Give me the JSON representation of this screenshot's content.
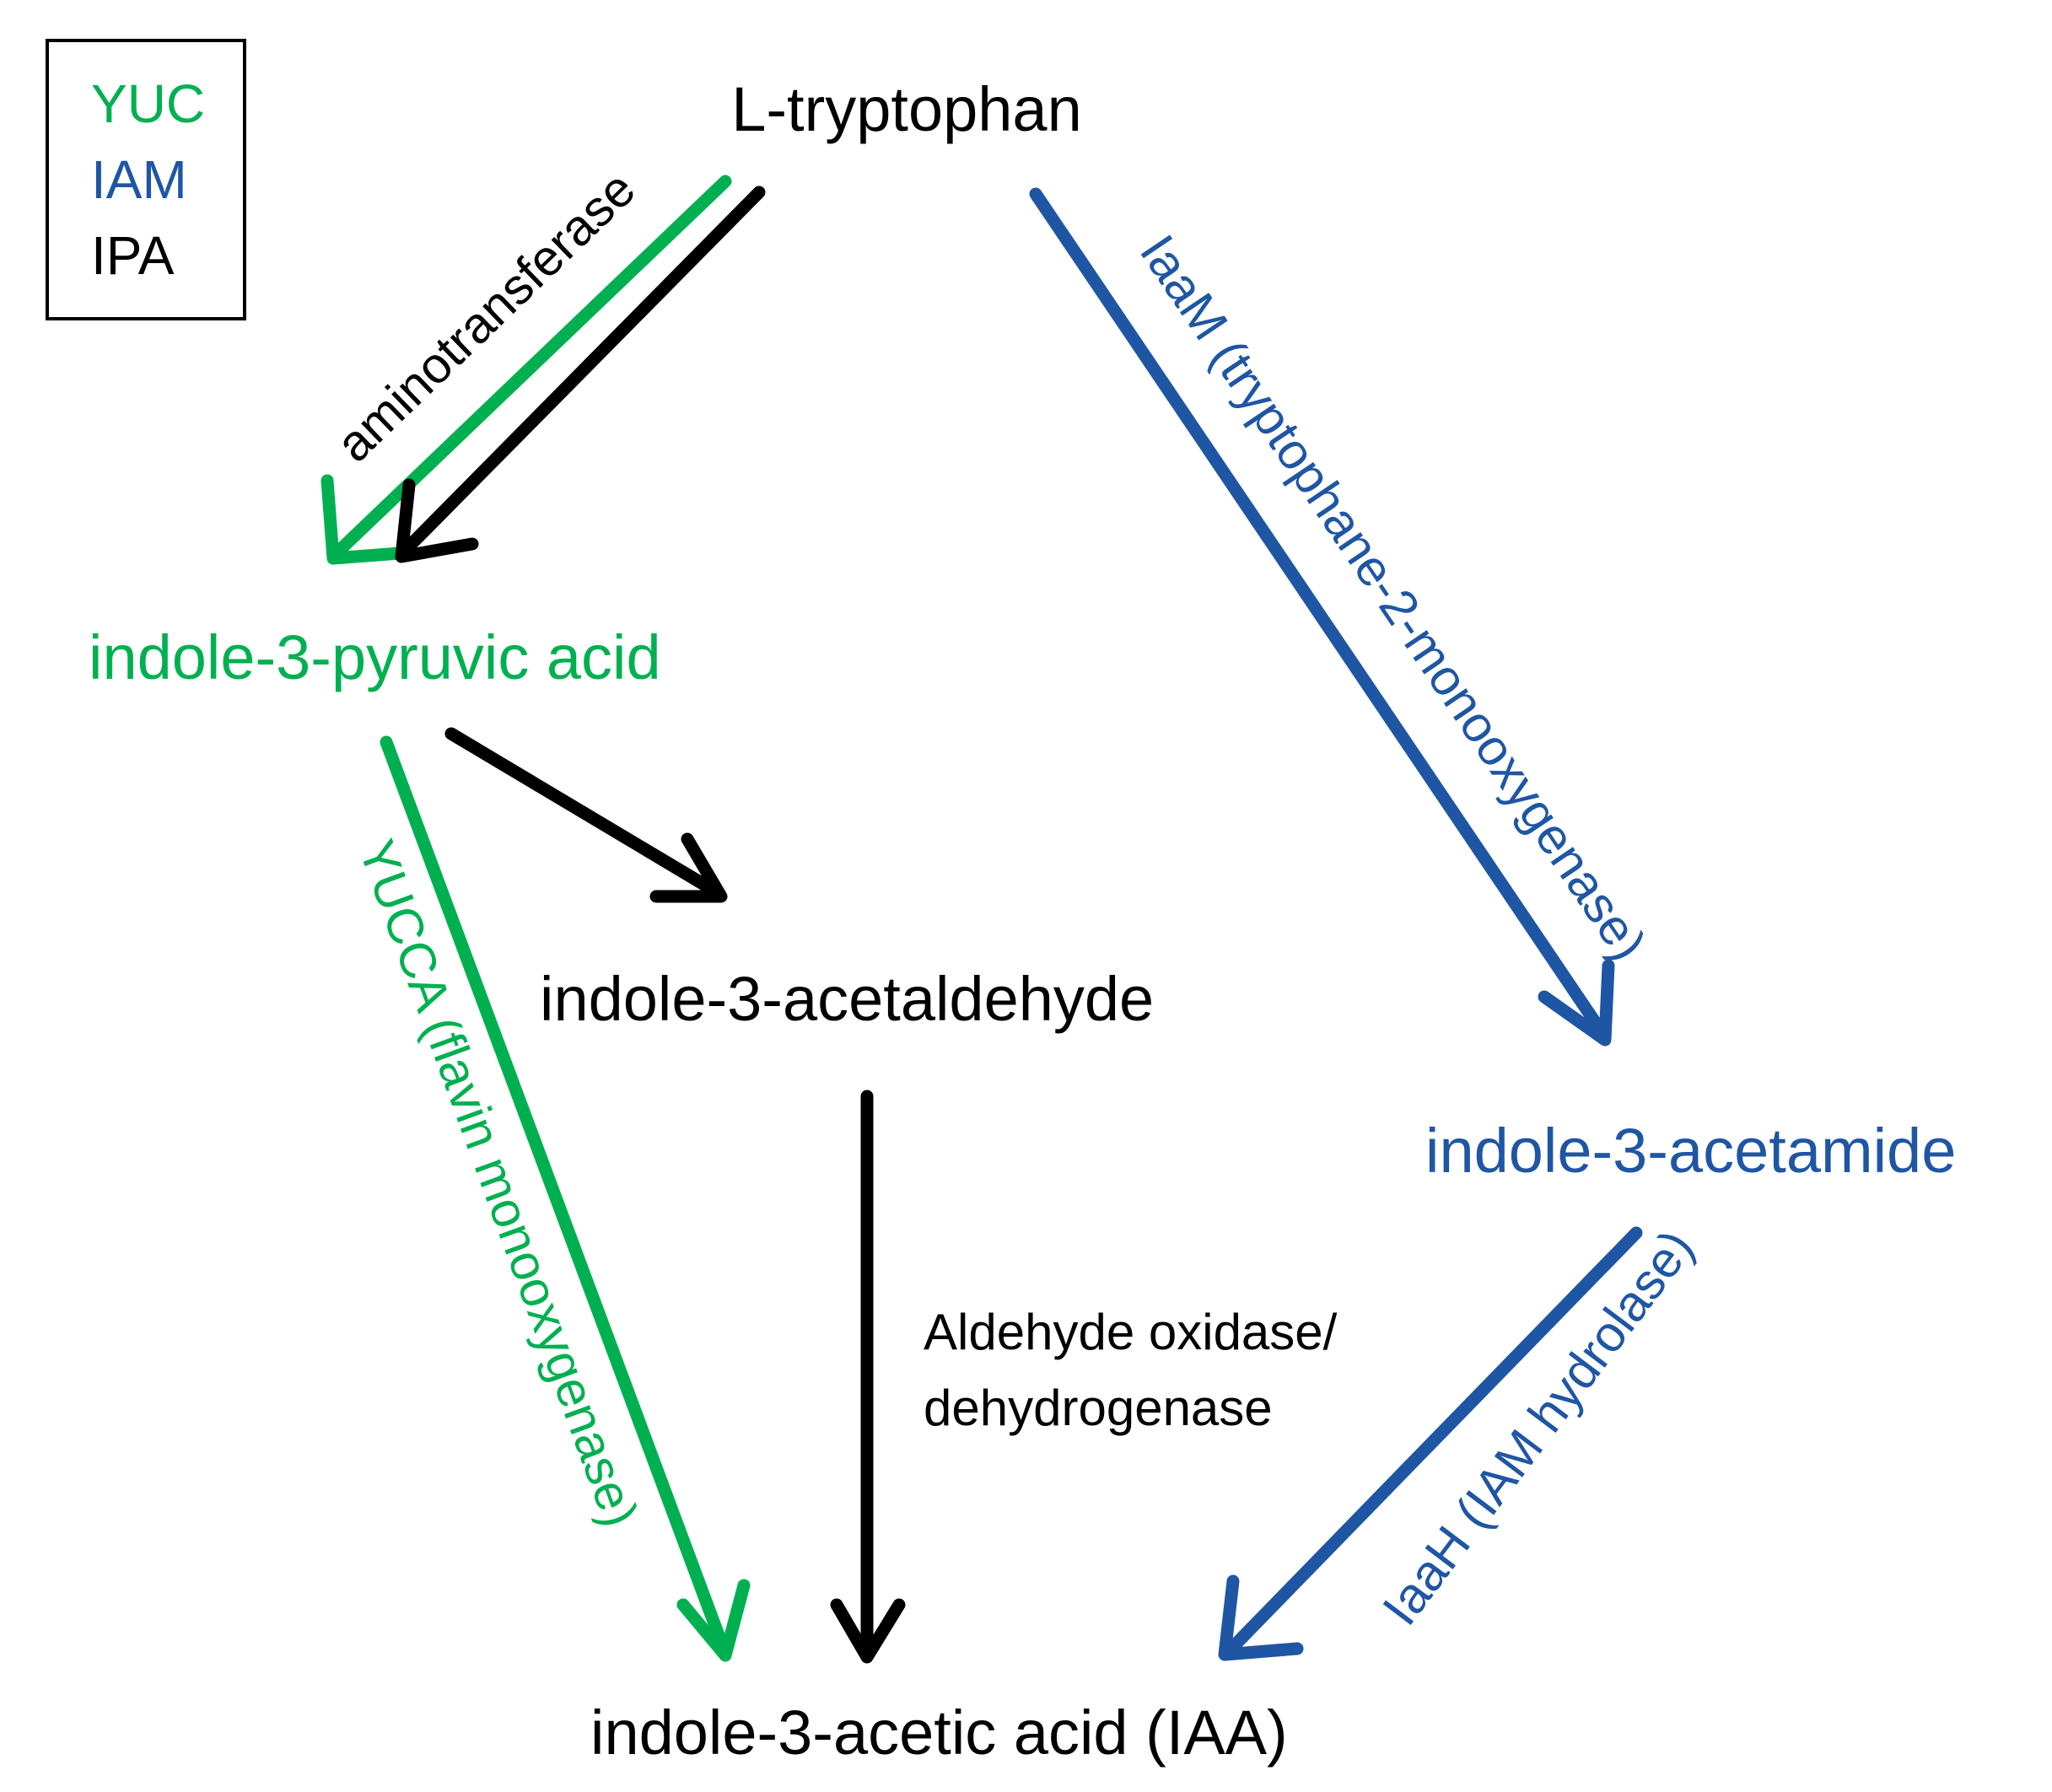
{
  "colors": {
    "yuc": "#00b050",
    "iam": "#1f56a4",
    "ipa": "#000000"
  },
  "legend": {
    "yuc": "YUC",
    "iam": "IAM",
    "ipa": "IPA"
  },
  "nodes": {
    "tryptophan": "L-tryptophan",
    "pyruvic": "indole-3-pyruvic acid",
    "acetaldehyde": "indole-3-acetaldehyde",
    "acetamide": "indole-3-acetamide",
    "iaa": "indole-3-acetic acid (IAA)"
  },
  "enzymes": {
    "aminotransferase": "aminotransferase",
    "iaam": "IaaM (tryptophane-2-monooxygenase)",
    "yucca": "YUCCA (flavin monooxygenase)",
    "aldehyde_line1": "Aldehyde oxidase/",
    "aldehyde_line2": "dehydrogenase",
    "iaah": "IaaH (IAM hydrolase)"
  }
}
